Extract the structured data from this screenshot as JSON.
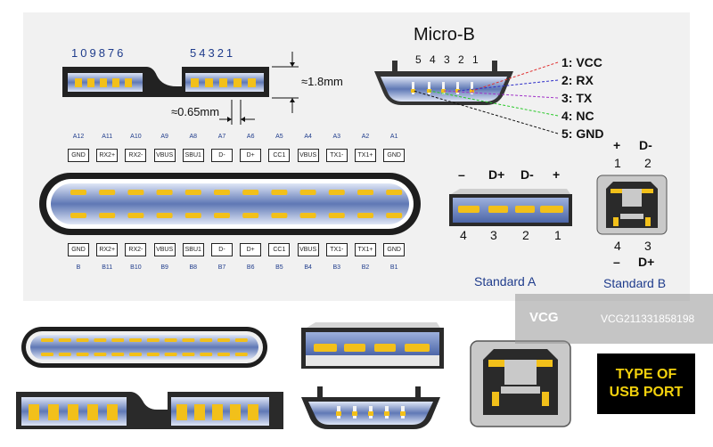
{
  "microb3_pins_left": [
    "10",
    "9",
    "8",
    "7",
    "6"
  ],
  "microb3_pins_right": [
    "5",
    "4",
    "3",
    "2",
    "1"
  ],
  "dim_height": "≈1.8mm",
  "dim_gap": "≈0.65mm",
  "microb": {
    "title": "Micro-B",
    "pin_numbers": [
      "5",
      "4",
      "3",
      "2",
      "1"
    ],
    "pins": [
      "1: VCC",
      "2: RX",
      "3: TX",
      "4: NC",
      "5: GND"
    ],
    "wire_colors": [
      "#e03030",
      "#2c2cc8",
      "#a030c8",
      "#28c828",
      "#111111"
    ]
  },
  "typec": {
    "top_ids": [
      "A12",
      "A11",
      "A10",
      "A9",
      "A8",
      "A7",
      "A6",
      "A5",
      "A4",
      "A3",
      "A2",
      "A1"
    ],
    "top_labels": [
      "GND",
      "RX2+",
      "RX2-",
      "VBUS",
      "SBU1",
      "D-",
      "D+",
      "CC1",
      "VBUS",
      "TX1-",
      "TX1+",
      "GND"
    ],
    "bottom_labels": [
      "GND",
      "RX2+",
      "RX2-",
      "VBUS",
      "SBU1",
      "D-",
      "D+",
      "CC1",
      "VBUS",
      "TX1-",
      "TX1+",
      "GND"
    ],
    "bottom_ids": [
      "B",
      "B11",
      "B10",
      "B9",
      "B8",
      "B7",
      "B6",
      "B5",
      "B4",
      "B3",
      "B2",
      "B1"
    ]
  },
  "standard_a": {
    "signals": [
      "–",
      "D+",
      "D-",
      "+"
    ],
    "numbers": [
      "4",
      "3",
      "2",
      "1"
    ],
    "title": "Standard A"
  },
  "standard_b": {
    "top_signals": [
      "+",
      "D-"
    ],
    "top_numbers": [
      "1",
      "2"
    ],
    "bottom_numbers": [
      "4",
      "3"
    ],
    "bottom_signals": [
      "–",
      "D+"
    ],
    "title": "Standard B"
  },
  "watermark": {
    "logo": "VCG",
    "text": "VCG21133185819​8"
  },
  "badge": {
    "line1": "TYPE OF",
    "line2": "USB PORT"
  },
  "colors": {
    "gold": "#f2c01a",
    "connector_blue": "#6c82b8",
    "shell": "#222222",
    "label_blue": "#1f3c8c"
  }
}
